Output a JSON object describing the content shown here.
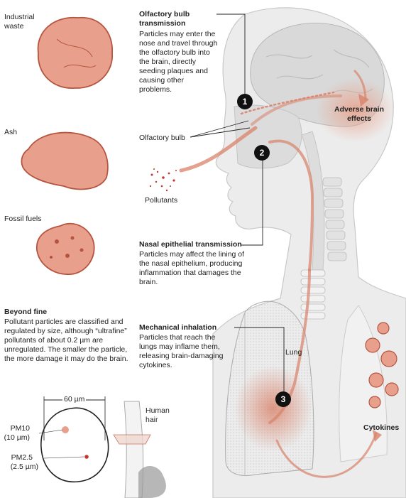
{
  "particles": {
    "industrial_waste": "Industrial\nwaste",
    "ash": "Ash",
    "fossil_fuels": "Fossil fuels"
  },
  "beyond_fine": {
    "title": "Beyond fine",
    "body": "Pollutant particles are classified and regulated by size, although “ultrafine” pollutants of about 0.2 µm are unregulated. The smaller the particle, the more damage it may do the brain."
  },
  "scale": {
    "hair_width": "60 µm",
    "pm10": "PM10",
    "pm10_size": "(10 µm)",
    "pm25": "PM2.5",
    "pm25_size": "(2.5 µm)",
    "human_hair": "Human\nhair"
  },
  "pathways": {
    "olfactory_title": "Olfactory bulb\ntransmission",
    "olfactory_body": "Particles may enter the nose and travel through the olfactory bulb into the brain, directly seeding plaques and causing other problems.",
    "nasal_title": "Nasal epithelial transmission",
    "nasal_body": "Particles may affect the lining of the nasal epithelium, producing inflammation that damages the brain.",
    "mechanical_title": "Mechanical inhalation",
    "mechanical_body": "Particles that reach the lungs may inflame them, releasing brain-damaging cytokines."
  },
  "labels": {
    "olfactory_bulb": "Olfactory bulb",
    "pollutants": "Pollutants",
    "adverse_brain": "Adverse brain\neffects",
    "lung": "Lung",
    "cytokines": "Cytokines"
  },
  "markers": [
    "1",
    "2",
    "3"
  ],
  "colors": {
    "particle": "#e8a08c",
    "particle_edge": "#b5543f",
    "flow": "#d9826a",
    "dot": "#c0392b",
    "tissue": "#e6e6e6"
  }
}
